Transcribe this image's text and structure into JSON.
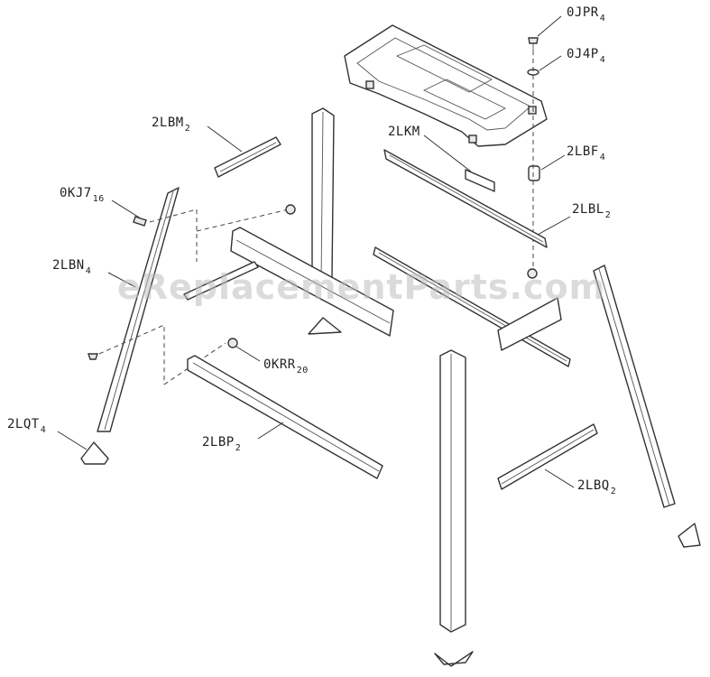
{
  "watermark": "eReplacementParts.com",
  "labels": [
    {
      "id": "ojpr",
      "base": "0JPR",
      "sub": "4"
    },
    {
      "id": "oj4p",
      "base": "0J4P",
      "sub": "4"
    },
    {
      "id": "2lbm",
      "base": "2LBM",
      "sub": "2"
    },
    {
      "id": "2lkm",
      "base": "2LKM",
      "sub": ""
    },
    {
      "id": "2lbf",
      "base": "2LBF",
      "sub": "4"
    },
    {
      "id": "okj7",
      "base": "0KJ7",
      "sub": "16"
    },
    {
      "id": "2lbl",
      "base": "2LBL",
      "sub": "2"
    },
    {
      "id": "2lbn",
      "base": "2LBN",
      "sub": "4"
    },
    {
      "id": "okrr",
      "base": "0KRR",
      "sub": "20"
    },
    {
      "id": "2lqt",
      "base": "2LQT",
      "sub": "4"
    },
    {
      "id": "2lbp",
      "base": "2LBP",
      "sub": "2"
    },
    {
      "id": "2lbq",
      "base": "2LBQ",
      "sub": "2"
    }
  ]
}
